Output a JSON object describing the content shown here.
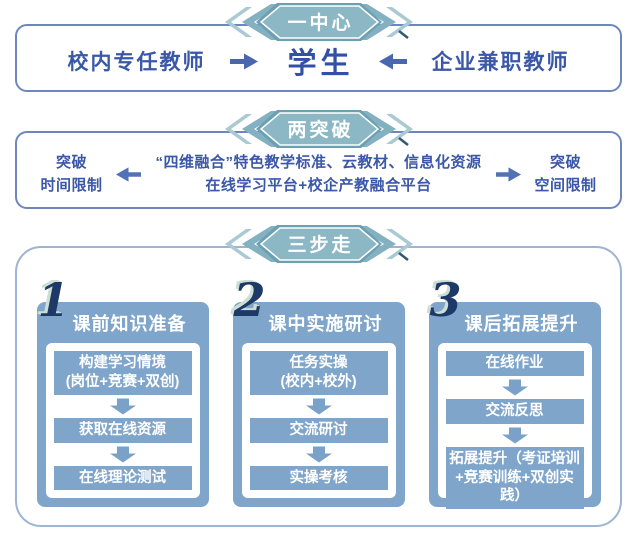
{
  "colors": {
    "panel_border": "#6d87bd",
    "panel3_border": "#9db4d2",
    "text_blue": "#3b57a7",
    "ribbon_teal": "#8cb7c5",
    "ribbon_edge": "#6b9fb2",
    "column_blue": "#7fa5ca",
    "number_navy": "#1c3968",
    "number_highlight": "#ccdfd5",
    "white": "#ffffff"
  },
  "section_one": {
    "badge": "一中心",
    "left_label": "校内专任教师",
    "center_label": "学生",
    "right_label": "企业兼职教师"
  },
  "section_two": {
    "badge": "两突破",
    "left_label": "突破\n时间限制",
    "center_label": "“四维融合”特色教学标准、云教材、信息化资源\n在线学习平台+校企产教融合平台",
    "right_label": "突破\n空间限制"
  },
  "section_three": {
    "badge": "三步走",
    "columns": [
      {
        "number": "1",
        "title": "课前知识准备",
        "steps": [
          "构建学习情境\n(岗位+竞赛+双创)",
          "获取在线资源",
          "在线理论测试"
        ]
      },
      {
        "number": "2",
        "title": "课中实施研讨",
        "steps": [
          "任务实操\n(校内+校外)",
          "交流研讨",
          "实操考核"
        ]
      },
      {
        "number": "3",
        "title": "课后拓展提升",
        "steps": [
          "在线作业",
          "交流反思",
          "拓展提升（考证培训+竞赛训练+双创实践）"
        ]
      }
    ]
  }
}
